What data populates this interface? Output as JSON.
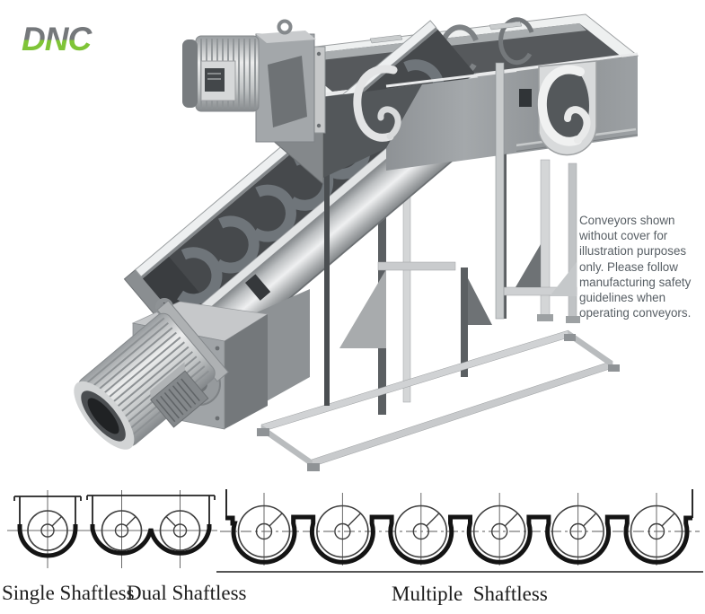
{
  "logo": {
    "text": "DNC",
    "color_top": "#75787b",
    "color_bottom": "#7fc437"
  },
  "notice": {
    "text": "Conveyors shown\nwithout cover for\nillustration purposes\nonly. Please follow\nmanufacturing safety\nguidelines when\noperating conveyors."
  },
  "diagram_labels": {
    "single": "Single Shaftless",
    "dual": "Dual Shaftless",
    "multiple": "Multiple  Shaftless"
  }
}
